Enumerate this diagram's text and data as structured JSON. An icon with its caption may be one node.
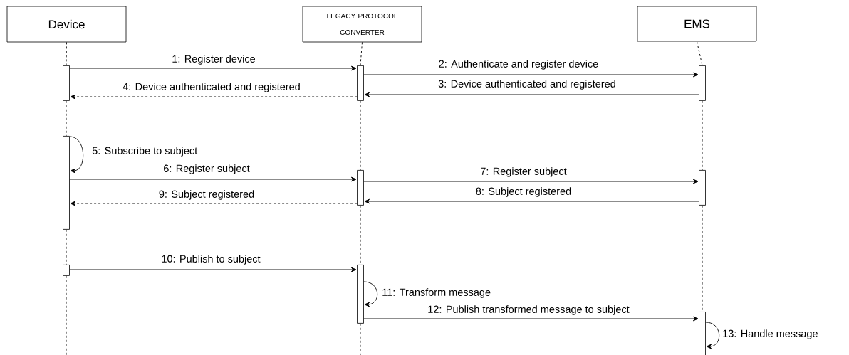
{
  "diagram": {
    "nodes": [
      {
        "text": [
          "Device"
        ]
      },
      {
        "text": [
          "LEGACY PROTOCOL CONVERTER"
        ]
      },
      {
        "text": [
          "EMS"
        ]
      },
      {
        "text": [],
        "shape": "bar"
      },
      {
        "text": [],
        "shape": "bar"
      },
      {
        "text": [],
        "shape": "bar"
      },
      {
        "text": [],
        "shape": "bar"
      },
      {
        "text": [],
        "shape": "bar"
      },
      {
        "text": [],
        "shape": "bar"
      },
      {
        "text": [],
        "shape": "bar"
      },
      {
        "text": [],
        "shape": "bar"
      },
      {
        "text": [],
        "shape": "bar"
      }
    ],
    "edges": [
      {
        "from": 3,
        "to": 4,
        "arrow": "to",
        "label": "1: Register device"
      },
      {
        "from": 4,
        "to": 5,
        "arrow": "to",
        "label": "2: Authenticate and register device"
      },
      {
        "from": 5,
        "to": 4,
        "arrow": "to",
        "label": "3: Device authenticated and registered"
      },
      {
        "from": 4,
        "to": 3,
        "arrow": "to",
        "style": "dashed",
        "label": "4: Device authenticated and registered"
      },
      {
        "from": 6,
        "to": 6,
        "arrow": "to",
        "label": "5: Subscribe to subject"
      },
      {
        "from": 6,
        "to": 7,
        "arrow": "to",
        "label": "6: Register subject"
      },
      {
        "from": 7,
        "to": 8,
        "arrow": "to",
        "label": "7: Register subject"
      },
      {
        "from": 8,
        "to": 7,
        "arrow": "to",
        "label": "8: Subject registered"
      },
      {
        "from": 7,
        "to": 6,
        "arrow": "to",
        "style": "dashed",
        "label": "9: Subject registered"
      },
      {
        "from": 9,
        "to": 10,
        "arrow": "to",
        "label": "10: Publish to subject"
      },
      {
        "from": 10,
        "to": 10,
        "arrow": "to",
        "label": "11: Transform message"
      },
      {
        "from": 10,
        "to": 11,
        "arrow": "to",
        "label": "12: Publish transformed message to subject"
      },
      {
        "from": 11,
        "to": 11,
        "arrow": "to",
        "label": "13: Handle message"
      },
      {
        "from": 0,
        "to": 3,
        "arrow": "none",
        "style": "dashed"
      },
      {
        "from": 3,
        "to": 6,
        "arrow": "none",
        "style": "dashed"
      },
      {
        "from": 6,
        "to": 9,
        "arrow": "none",
        "style": "dashed"
      },
      {
        "from": 9,
        "to": null,
        "arrow": "none",
        "style": "dashed"
      },
      {
        "from": 1,
        "to": 4,
        "arrow": "none",
        "style": "dashed"
      },
      {
        "from": 4,
        "to": 7,
        "arrow": "none",
        "style": "dashed"
      },
      {
        "from": 7,
        "to": 10,
        "arrow": "none",
        "style": "dashed"
      },
      {
        "from": 10,
        "to": null,
        "arrow": "none",
        "style": "dashed"
      },
      {
        "from": 2,
        "to": 5,
        "arrow": "none",
        "style": "dashed"
      },
      {
        "from": 5,
        "to": 8,
        "arrow": "none",
        "style": "dashed"
      },
      {
        "from": 8,
        "to": 11,
        "arrow": "none",
        "style": "dashed"
      }
    ]
  }
}
